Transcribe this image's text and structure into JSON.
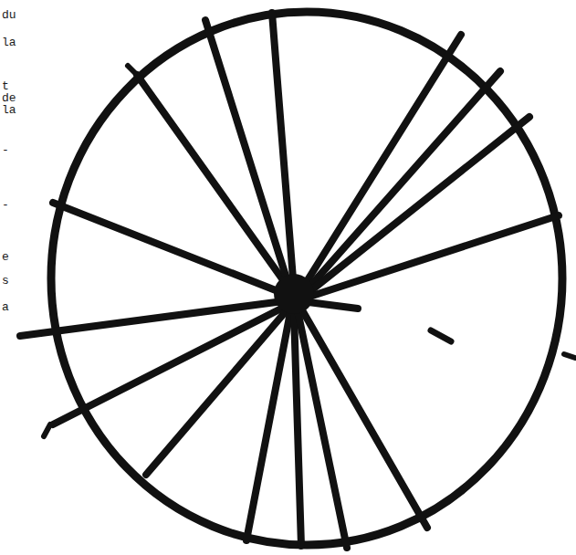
{
  "diagram": {
    "labels": [
      "du",
      "la",
      "t",
      "de",
      "la",
      "-",
      "-",
      "e",
      "s",
      "a"
    ]
  }
}
